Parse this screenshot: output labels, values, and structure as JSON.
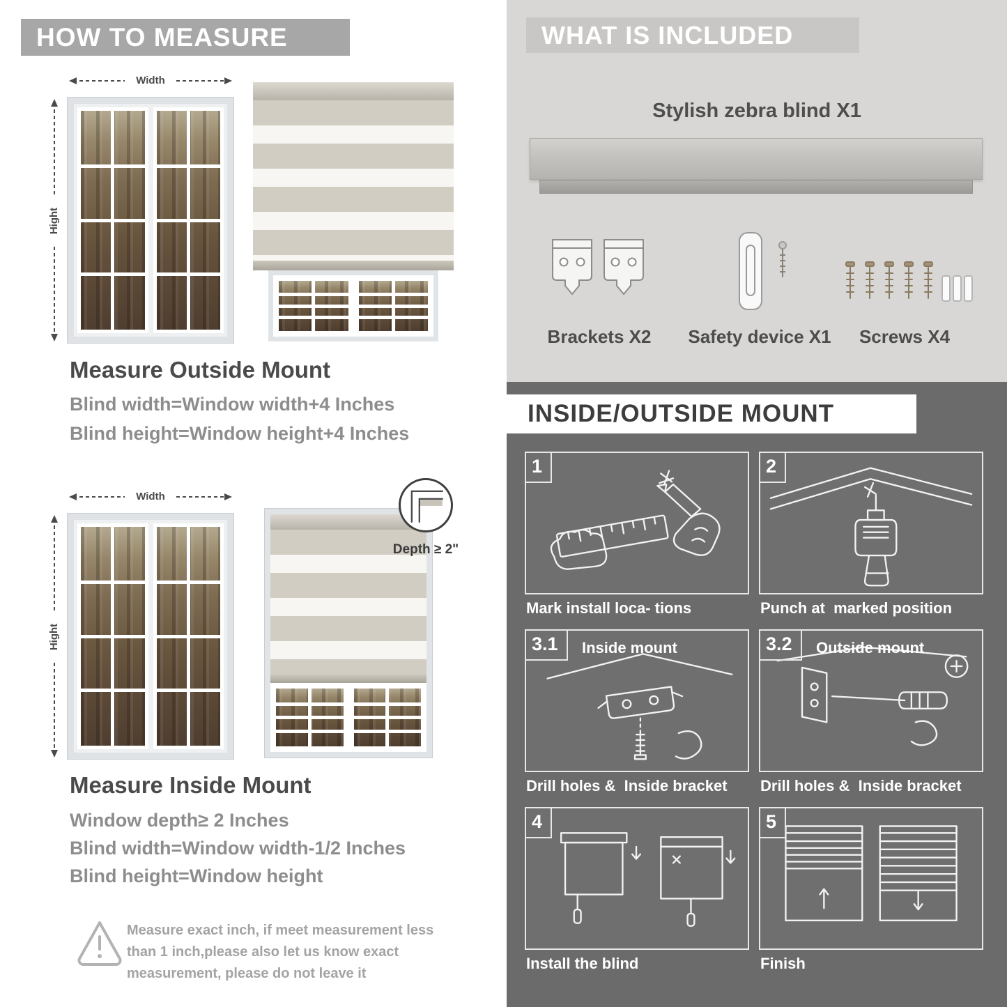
{
  "palette": {
    "banner_gray": "#a7a7a7",
    "light_panel": "#d8d7d5",
    "dark_panel": "#6b6b6b",
    "heading_text": "#4a4a4a",
    "body_text": "#8d8d8d"
  },
  "icons": {
    "warning": "triangle-exclamation",
    "depth_zoom": "corner-depth-circle"
  },
  "left": {
    "header": "HOW TO MEASURE",
    "outside": {
      "width_label": "Width",
      "height_label": "Hight",
      "title": "Measure Outside Mount",
      "line1": "Blind width=Window width+4 Inches",
      "line2": "Blind height=Window height+4 Inches"
    },
    "inside": {
      "width_label": "Width",
      "height_label": "Hight",
      "depth_label": "Depth ≥ 2\"",
      "title": "Measure Inside Mount",
      "line1": "Window depth≥ 2 Inches",
      "line2": "Blind width=Window width-1/2 Inches",
      "line3": "Blind height=Window height"
    },
    "warning": {
      "text": "Measure exact inch, if meet measurement less than 1 inch,please also let us know exact measurement, please do not leave it"
    }
  },
  "right": {
    "included": {
      "header": "WHAT IS INCLUDED",
      "blind_label": "Stylish zebra blind X1",
      "items": [
        {
          "label": "Brackets X2"
        },
        {
          "label": "Safety device X1"
        },
        {
          "label": "Screws X4"
        }
      ]
    },
    "mount": {
      "header": "INSIDE/OUTSIDE MOUNT",
      "steps": [
        {
          "num": "1",
          "caption": "Mark install loca- tions"
        },
        {
          "num": "2",
          "caption": "Punch at  marked position"
        },
        {
          "num": "3.1",
          "title": "Inside mount",
          "caption": "Drill holes &  Inside bracket"
        },
        {
          "num": "3.2",
          "title": "Outside mount",
          "caption": "Drill holes &  Inside bracket"
        },
        {
          "num": "4",
          "caption": "Install the blind"
        },
        {
          "num": "5",
          "caption": "Finish"
        }
      ]
    }
  }
}
